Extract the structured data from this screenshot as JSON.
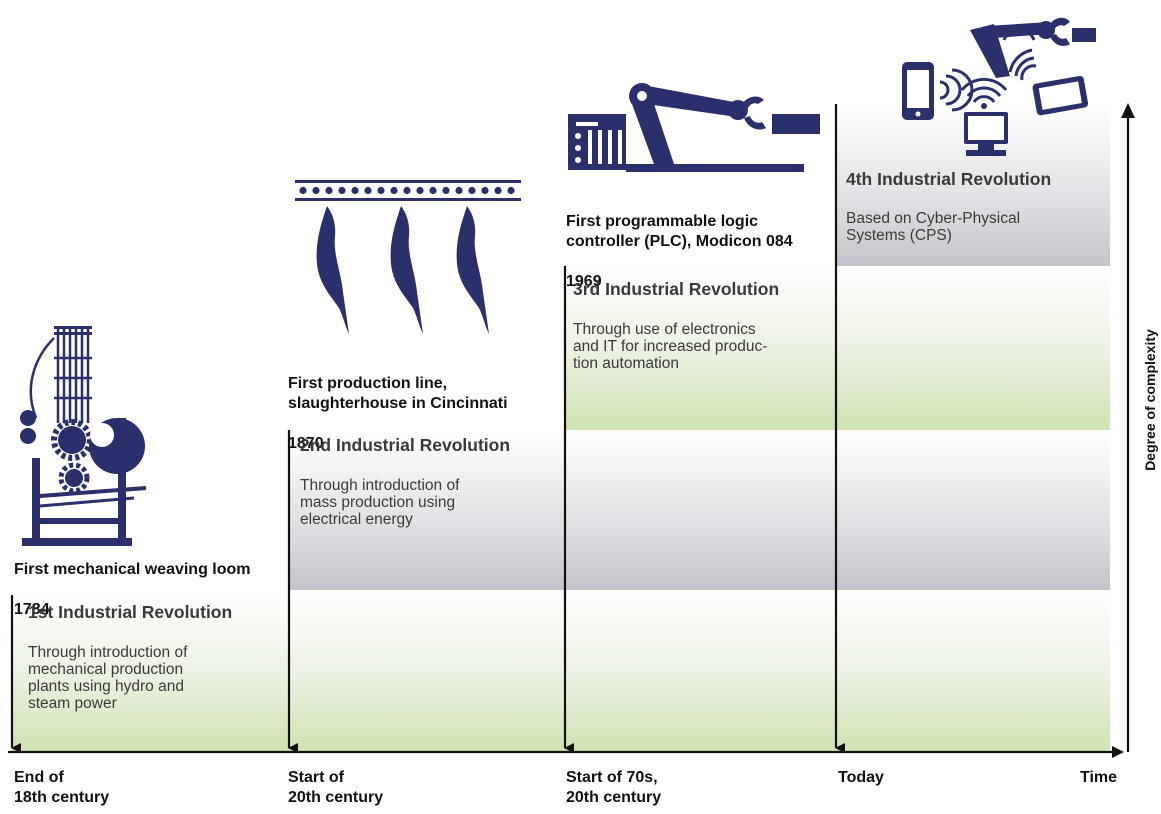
{
  "revolutions": [
    {
      "milestone_title": "First mechanical weaving loom",
      "milestone_year": "1784",
      "title": "1st Industrial Revolution",
      "description": "Through introduction of\nmechanical production\nplants using hydro and\nsteam power",
      "icon": "weaving-loom-icon",
      "band_color": "green"
    },
    {
      "milestone_title": "First production line,\nslaughterhouse in Cincinnati",
      "milestone_year": "1870",
      "title": "2nd Industrial Revolution",
      "description": "Through introduction of\nmass production using\nelectrical energy",
      "icon": "production-line-icon",
      "band_color": "gray"
    },
    {
      "milestone_title": "First programmable logic\ncontroller (PLC), Modicon 084",
      "milestone_year": "1969",
      "title": "3rd Industrial Revolution",
      "description": "Through use of electronics\nand IT for increased produc-\ntion automation",
      "icon": "robot-arm-plc-icon",
      "band_color": "green"
    },
    {
      "milestone_title": "",
      "milestone_year": "",
      "title": "4th Industrial Revolution",
      "description": "Based on Cyber-Physical\nSystems (CPS)",
      "icon": "connected-devices-icon",
      "band_color": "gray"
    }
  ],
  "x_axis": {
    "label": "Time",
    "ticks": [
      "End of\n18th century",
      "Start of\n20th century",
      "Start of 70s,\n20th century",
      "Today"
    ]
  },
  "y_axis": {
    "label": "Degree of complexity"
  },
  "colors": {
    "icon": "#2b2f6b",
    "green_band": "#cfe3b2",
    "gray_band": "#c3c5ca",
    "axis": "#111111"
  }
}
